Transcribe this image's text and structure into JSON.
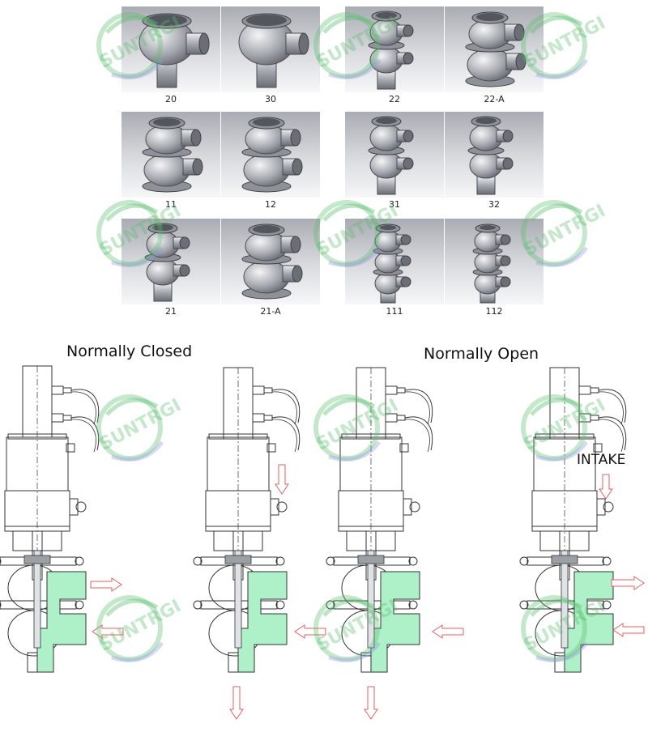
{
  "variants": [
    {
      "code": "20",
      "shape": "A"
    },
    {
      "code": "30",
      "shape": "A"
    },
    {
      "code": "22",
      "shape": "B"
    },
    {
      "code": "22-A",
      "shape": "C"
    },
    {
      "code": "11",
      "shape": "C"
    },
    {
      "code": "12",
      "shape": "C"
    },
    {
      "code": "31",
      "shape": "B"
    },
    {
      "code": "32",
      "shape": "B"
    },
    {
      "code": "21",
      "shape": "B"
    },
    {
      "code": "21-A",
      "shape": "C"
    },
    {
      "code": "111",
      "shape": "D"
    },
    {
      "code": "112",
      "shape": "D"
    }
  ],
  "labels": {
    "normally_closed": "Normally Closed",
    "normally_open": "Normally Open",
    "intake": "INTAKE"
  },
  "watermark_text": "SUNTRGI",
  "colors": {
    "seal_fill": "#aef0c8",
    "flow_arrow": "#e06060",
    "valve_line": "#333333"
  }
}
